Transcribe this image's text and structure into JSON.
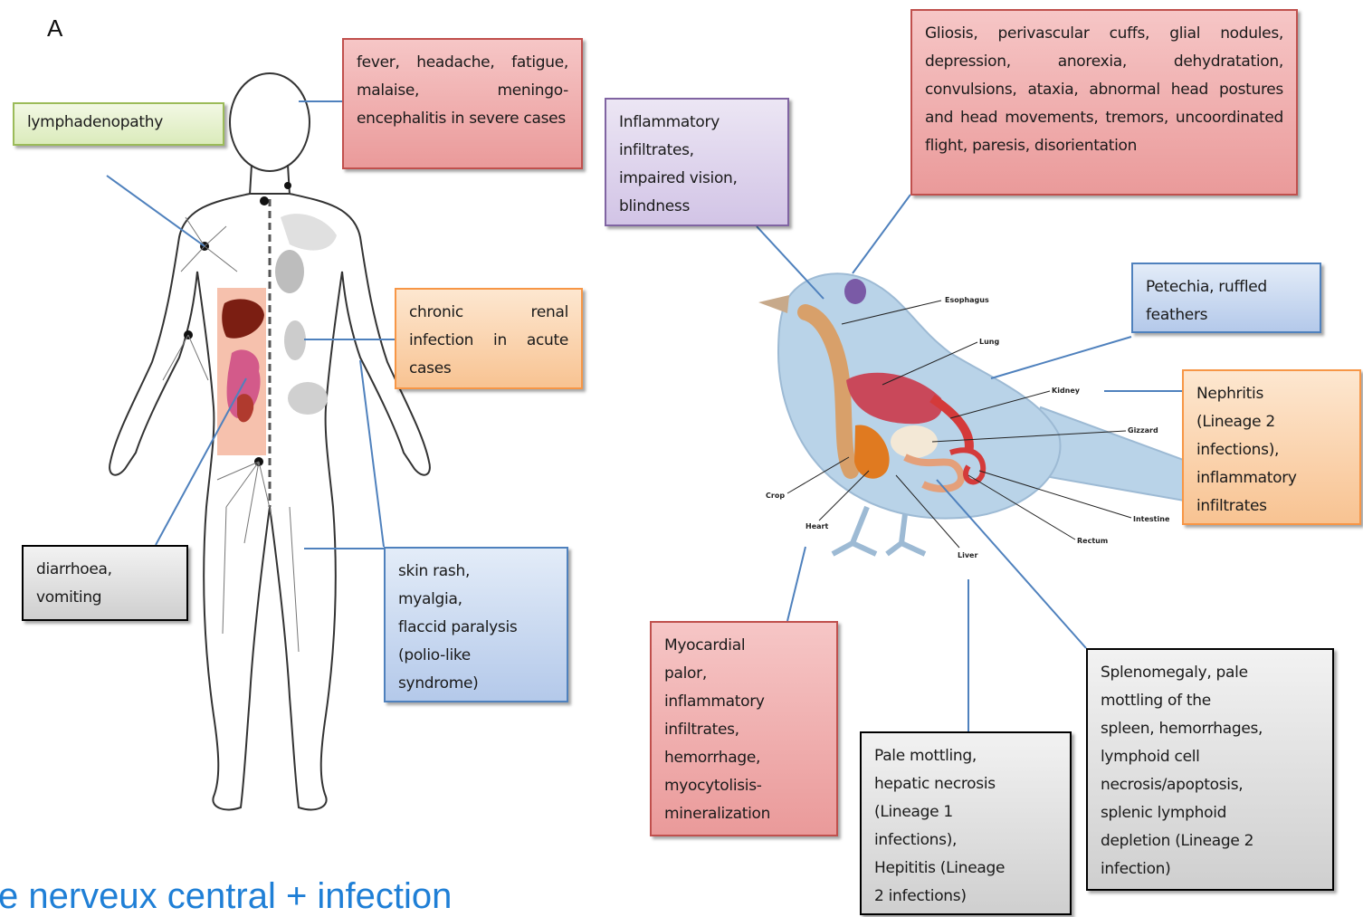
{
  "panel_label": "A",
  "caption": "e nerveux central + infection",
  "human": {
    "lymphadenopathy": "lymphadenopathy",
    "fever": "fever, headache, fatigue, malaise, meningo-encephalitis in severe cases",
    "renal": "chronic renal infection in acute cases",
    "diarrhoea": "diarrhoea, vomiting",
    "skin": [
      "skin rash,",
      "myalgia,",
      "flaccid paralysis",
      "(polio-like",
      "syndrome)"
    ]
  },
  "bird": {
    "neuro": "Gliosis, perivascular cuffs, glial nodules, depression, anorexia, dehydratation, convulsions, ataxia, abnormal head postures and head movements, tremors, uncoordinated flight, paresis, disorientation",
    "eye": [
      "Inflammatory",
      "infiltrates,",
      "impaired vision,",
      "blindness"
    ],
    "skin": [
      "Petechia, ruffled",
      "feathers"
    ],
    "kidney": [
      "Nephritis",
      "(Lineage 2",
      "infections),",
      "inflammatory",
      "infiltrates"
    ],
    "heart": [
      "Myocardial",
      "palor,",
      "inflammatory",
      "infiltrates,",
      "hemorrhage,",
      "myocytolisis-",
      "mineralization"
    ],
    "liver": [
      "Pale mottling,",
      "hepatic necrosis",
      "(Lineage 1",
      "infections),",
      "Hepititis (Lineage",
      "2 infections)"
    ],
    "spleen": [
      "Splenomegaly, pale",
      "mottling of the",
      "spleen, hemorrhages,",
      "lymphoid cell",
      "necrosis/apoptosis,",
      "splenic lymphoid",
      "depletion (Lineage 2",
      "infection)"
    ]
  },
  "organ_labels": {
    "esophagus": "Esophagus",
    "lung": "Lung",
    "kidney": "Kidney",
    "gizzard": "Gizzard",
    "crop": "Crop",
    "heart": "Heart",
    "liver": "Liver",
    "rectum": "Rectum",
    "intestine": "Intestine"
  },
  "colors": {
    "caption": "#1f7fd6",
    "connector": "#4f81bd"
  }
}
